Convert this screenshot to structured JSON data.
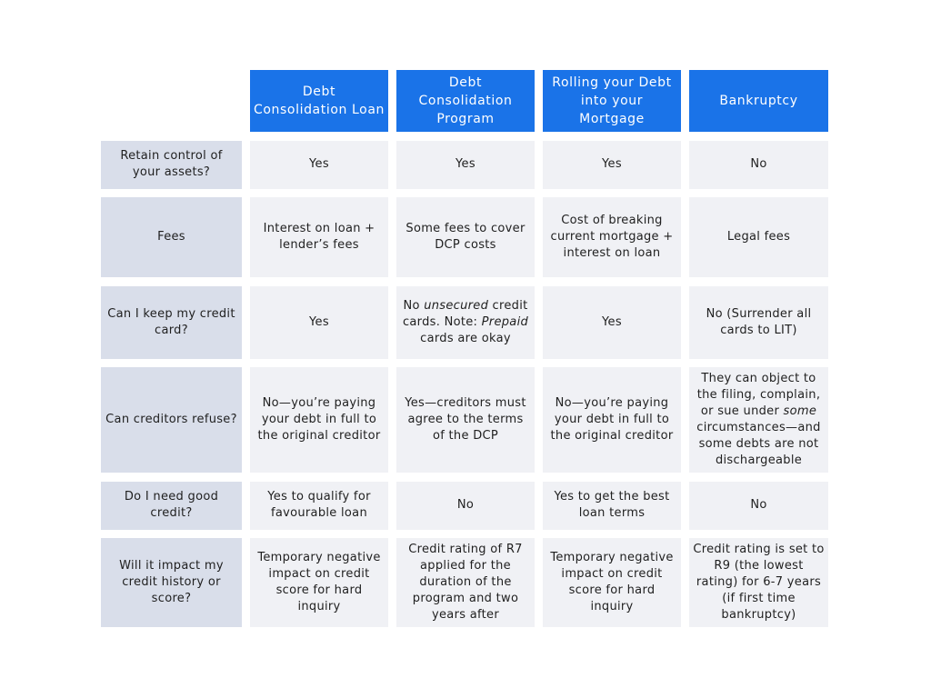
{
  "headers": [
    "Debt Consolidation Loan",
    "Debt Consolidation Program",
    "Rolling your Debt into your Mortgage",
    "Bankruptcy"
  ],
  "rows": [
    {
      "label": "Retain control of your assets?",
      "cells": [
        "Yes",
        "Yes",
        "Yes",
        "No"
      ]
    },
    {
      "label": "Fees",
      "cells": [
        "Interest on loan + lender’s fees",
        "Some fees to cover DCP costs",
        "Cost of breaking current mortgage + interest on loan",
        "Legal fees"
      ]
    },
    {
      "label": "Can I keep my credit card?",
      "cells": [
        "Yes",
        {
          "p1": "No ",
          "em1": "unsecured",
          "p2": " credit cards. Note: ",
          "em2": "Prepaid",
          "p3": " cards are okay"
        },
        "Yes",
        "No (Surrender all cards to LIT)"
      ]
    },
    {
      "label": "Can creditors refuse?",
      "cells": [
        "No—you’re paying your debt in full to the original creditor",
        "Yes—creditors must agree to the terms of the DCP",
        "No—you’re paying your debt in full to the original creditor",
        {
          "p1": "They can object to the filing, complain, or sue under ",
          "em1": "some",
          "p2": " circumstances—and some debts are not dischargeable"
        }
      ]
    },
    {
      "label": "Do I need good credit?",
      "cells": [
        "Yes to qualify for favourable loan",
        "No",
        "Yes to get the best loan terms",
        "No"
      ]
    },
    {
      "label": "Will it impact my credit history or score?",
      "cells": [
        "Temporary negative impact on credit score for hard inquiry",
        "Credit rating of R7 applied for the duration of the program and two years after",
        "Temporary negative impact on credit score for hard inquiry",
        "Credit rating is set to R9 (the lowest rating) for 6-7 years (if first time bankruptcy)"
      ]
    }
  ],
  "colors": {
    "header_bg": "#1a73e8",
    "header_text": "#ffffff",
    "label_bg": "#d9deea",
    "cell_bg": "#f0f1f5",
    "text": "#1f1f1f"
  }
}
